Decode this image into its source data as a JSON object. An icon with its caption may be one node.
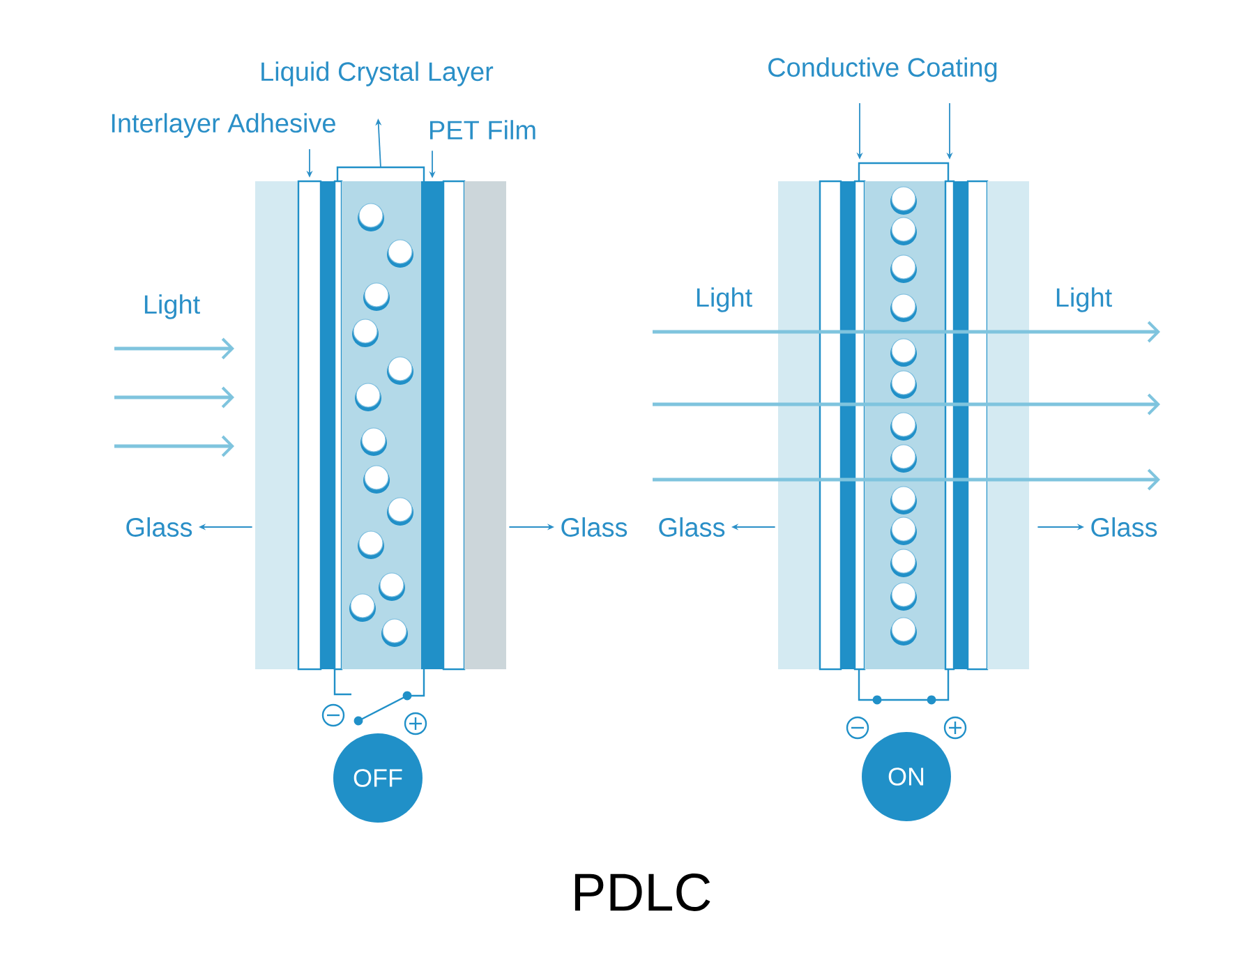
{
  "diagram": {
    "caption": "PDLC",
    "nodes": [
      {
        "text": [
          "Liquid Crystal Layer"
        ]
      },
      {
        "text": [
          "Interlayer Adhesive"
        ]
      },
      {
        "text": [
          "PET Film"
        ]
      },
      {
        "text": [],
        "shape": "box"
      },
      {
        "text": [],
        "shape": "box"
      },
      {
        "text": [],
        "shape": "box"
      },
      {
        "text": [],
        "shape": "box"
      },
      {
        "text": [],
        "shape": "box"
      },
      {
        "text": [],
        "shape": "box"
      },
      {
        "text": [
          "Glass"
        ]
      },
      {
        "text": [
          "Glass"
        ]
      },
      {
        "text": [
          "OFF"
        ]
      },
      {
        "text": [
          "Conductive Coating"
        ]
      },
      {
        "text": [],
        "shape": "box"
      },
      {
        "text": [],
        "shape": "box"
      },
      {
        "text": [],
        "shape": "box"
      },
      {
        "text": [],
        "shape": "box"
      },
      {
        "text": [],
        "shape": "box"
      },
      {
        "text": [],
        "shape": "box"
      },
      {
        "text": [],
        "shape": "box"
      },
      {
        "text": [
          "Glass"
        ]
      },
      {
        "text": [
          "Glass"
        ]
      },
      {
        "text": [
          "ON"
        ]
      }
    ],
    "edges": [
      {
        "from": 5,
        "to": 0,
        "arrow": "to"
      },
      {
        "from": 1,
        "to": 4,
        "arrow": "to"
      },
      {
        "from": 2,
        "to": 6,
        "arrow": "to"
      },
      {
        "from": 3,
        "to": 9,
        "arrow": "to"
      },
      {
        "from": 8,
        "to": 10,
        "arrow": "to"
      },
      {
        "from": 12,
        "to": 15,
        "arrow": "to"
      },
      {
        "from": 12,
        "to": 17,
        "arrow": "to"
      },
      {
        "from": 13,
        "to": 20,
        "arrow": "to"
      },
      {
        "from": 19,
        "to": 21,
        "arrow": "to"
      }
    ],
    "labels": [
      "Light",
      "Light",
      "Light"
    ]
  }
}
